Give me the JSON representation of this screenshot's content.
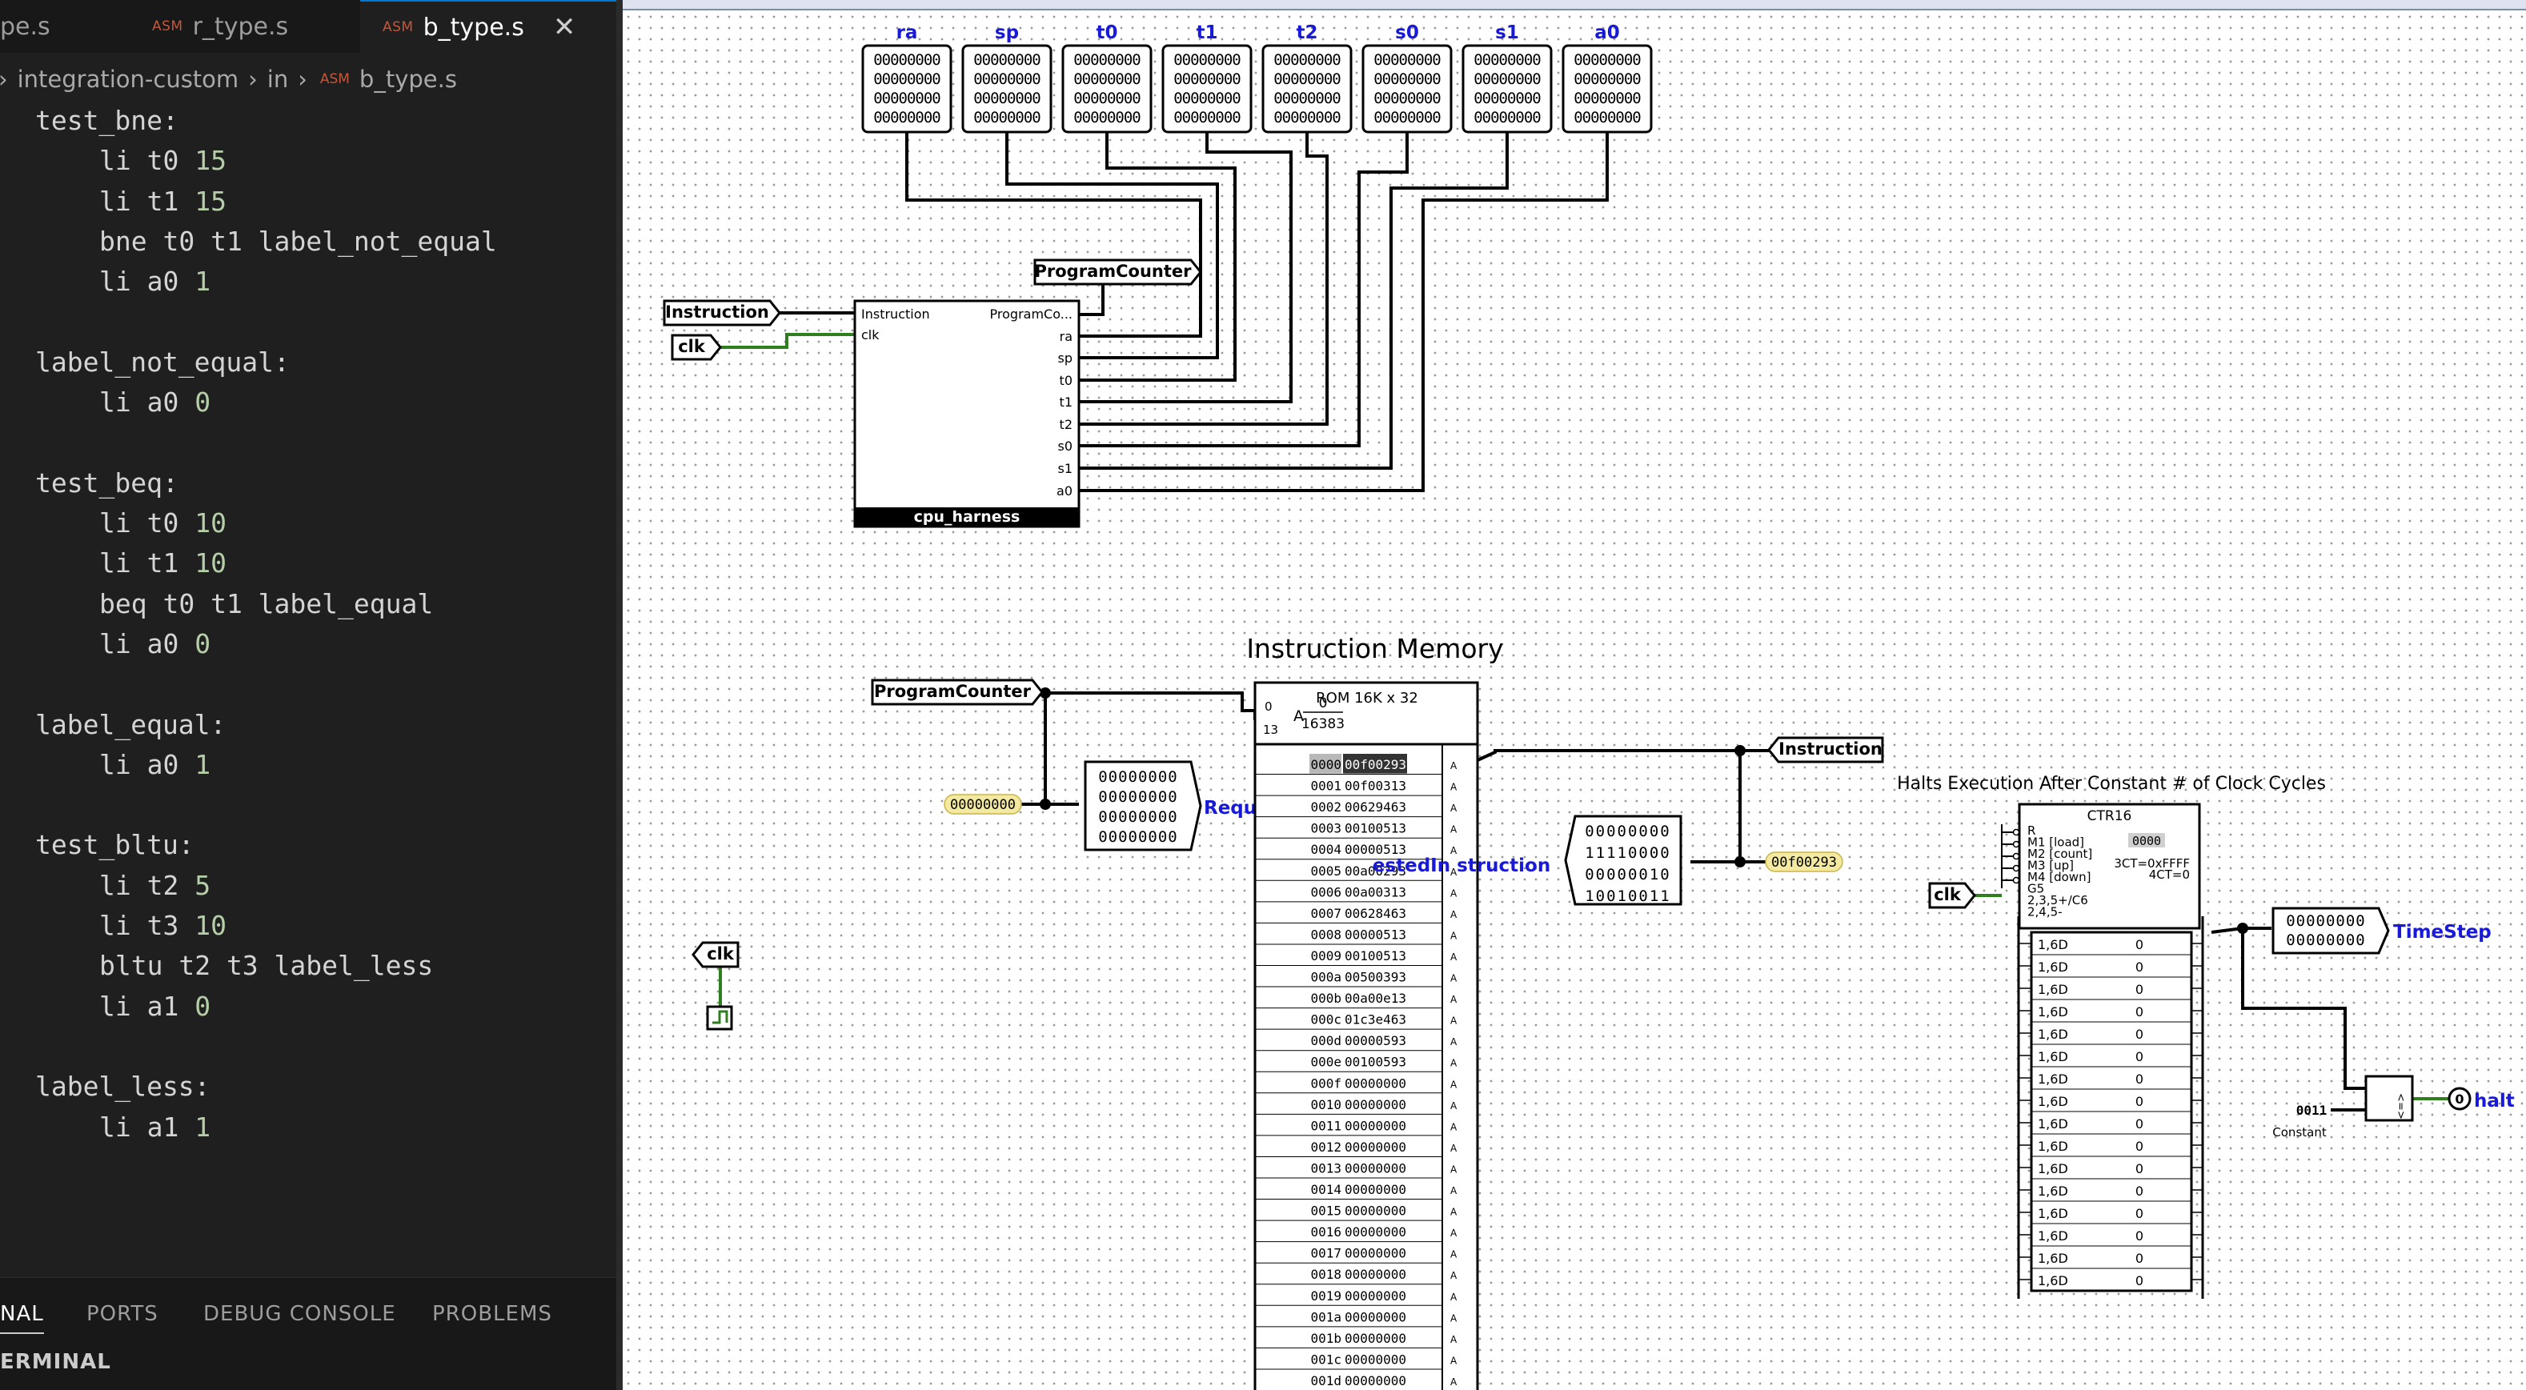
{
  "editor": {
    "tabs": [
      {
        "label": "pe.s",
        "asm": false,
        "active": false
      },
      {
        "label": "r_type.s",
        "asm": true,
        "active": false
      },
      {
        "label": "b_type.s",
        "asm": true,
        "active": true
      }
    ],
    "asm_badge": "ASM",
    "close_glyph": "✕",
    "breadcrumb": {
      "folder1": "integration-custom",
      "folder2": "in",
      "file": "b_type.s",
      "sep": "›"
    },
    "code": [
      {
        "label": "test_bne:"
      },
      {
        "op": "li",
        "args": "t0",
        "num": "15"
      },
      {
        "op": "li",
        "args": "t1",
        "num": "15"
      },
      {
        "op": "bne",
        "args": "t0 t1 label_not_equal"
      },
      {
        "op": "li",
        "args": "a0",
        "num": "1"
      },
      {
        "blank": true
      },
      {
        "label": "label_not_equal:"
      },
      {
        "op": "li",
        "args": "a0",
        "num": "0"
      },
      {
        "blank": true
      },
      {
        "label": "test_beq:"
      },
      {
        "op": "li",
        "args": "t0",
        "num": "10"
      },
      {
        "op": "li",
        "args": "t1",
        "num": "10"
      },
      {
        "op": "beq",
        "args": "t0 t1 label_equal"
      },
      {
        "op": "li",
        "args": "a0",
        "num": "0"
      },
      {
        "blank": true
      },
      {
        "label": "label_equal:"
      },
      {
        "op": "li",
        "args": "a0",
        "num": "1"
      },
      {
        "blank": true
      },
      {
        "label": "test_bltu:"
      },
      {
        "op": "li",
        "args": "t2",
        "num": "5"
      },
      {
        "op": "li",
        "args": "t3",
        "num": "10"
      },
      {
        "op": "bltu",
        "args": "t2 t3 label_less"
      },
      {
        "op": "li",
        "args": "a1",
        "num": "0"
      },
      {
        "blank": true
      },
      {
        "label": "label_less:"
      },
      {
        "op": "li",
        "args": "a1",
        "num": "1"
      }
    ],
    "panel_tabs": [
      "NAL",
      "PORTS",
      "DEBUG CONSOLE",
      "PROBLEMS"
    ],
    "terminal_header": "ERMINAL"
  },
  "circuit": {
    "registers": [
      {
        "name": "ra",
        "rows": [
          "00000000",
          "00000000",
          "00000000",
          "00000000"
        ]
      },
      {
        "name": "sp",
        "rows": [
          "00000000",
          "00000000",
          "00000000",
          "00000000"
        ]
      },
      {
        "name": "t0",
        "rows": [
          "00000000",
          "00000000",
          "00000000",
          "00000000"
        ]
      },
      {
        "name": "t1",
        "rows": [
          "00000000",
          "00000000",
          "00000000",
          "00000000"
        ]
      },
      {
        "name": "t2",
        "rows": [
          "00000000",
          "00000000",
          "00000000",
          "00000000"
        ]
      },
      {
        "name": "s0",
        "rows": [
          "00000000",
          "00000000",
          "00000000",
          "00000000"
        ]
      },
      {
        "name": "s1",
        "rows": [
          "00000000",
          "00000000",
          "00000000",
          "00000000"
        ]
      },
      {
        "name": "a0",
        "rows": [
          "00000000",
          "00000000",
          "00000000",
          "00000000"
        ]
      }
    ],
    "program_counter_tunnel": "ProgramCounter",
    "instruction_tunnel": "Instruction",
    "clk_tunnel": "clk",
    "harness": {
      "title": "cpu_harness",
      "in_ports": [
        "Instruction",
        "clk"
      ],
      "pc_port": "ProgramCo...",
      "out_ports": [
        "ra",
        "sp",
        "t0",
        "t1",
        "t2",
        "s0",
        "s1",
        "a0"
      ]
    },
    "instruction_memory": {
      "title": "Instruction Memory",
      "rom_title": "ROM 16K x 32",
      "addr_zero": "0",
      "addr_max": "16383",
      "addr_bits_a": "0",
      "addr_bits_b": "13",
      "a_label": "A",
      "rows": [
        {
          "addr": "0000",
          "val": "00f00293"
        },
        {
          "addr": "0001",
          "val": "00f00313"
        },
        {
          "addr": "0002",
          "val": "00629463"
        },
        {
          "addr": "0003",
          "val": "00100513"
        },
        {
          "addr": "0004",
          "val": "00000513"
        },
        {
          "addr": "0005",
          "val": "00a00293"
        },
        {
          "addr": "0006",
          "val": "00a00313"
        },
        {
          "addr": "0007",
          "val": "00628463"
        },
        {
          "addr": "0008",
          "val": "00000513"
        },
        {
          "addr": "0009",
          "val": "00100513"
        },
        {
          "addr": "000a",
          "val": "00500393"
        },
        {
          "addr": "000b",
          "val": "00a00e13"
        },
        {
          "addr": "000c",
          "val": "01c3e463"
        },
        {
          "addr": "000d",
          "val": "00000593"
        },
        {
          "addr": "000e",
          "val": "00100593"
        },
        {
          "addr": "000f",
          "val": "00000000"
        },
        {
          "addr": "0010",
          "val": "00000000"
        },
        {
          "addr": "0011",
          "val": "00000000"
        },
        {
          "addr": "0012",
          "val": "00000000"
        },
        {
          "addr": "0013",
          "val": "00000000"
        },
        {
          "addr": "0014",
          "val": "00000000"
        },
        {
          "addr": "0015",
          "val": "00000000"
        },
        {
          "addr": "0016",
          "val": "00000000"
        },
        {
          "addr": "0017",
          "val": "00000000"
        },
        {
          "addr": "0018",
          "val": "00000000"
        },
        {
          "addr": "0019",
          "val": "00000000"
        },
        {
          "addr": "001a",
          "val": "00000000"
        },
        {
          "addr": "001b",
          "val": "00000000"
        },
        {
          "addr": "001c",
          "val": "00000000"
        },
        {
          "addr": "001d",
          "val": "00000000"
        }
      ],
      "pc_probe_value": "00000000",
      "pc_display_rows": [
        "00000000",
        "00000000",
        "00000000",
        "00000000"
      ],
      "requested_address_label": "RequestedA",
      "requested_instruction_label": "estedIn  struction",
      "instr_display_rows": [
        "00000000",
        "11110000",
        "00000010",
        "10010011"
      ],
      "instr_probe_value": "00f00293"
    },
    "halt_unit": {
      "title": "Halts Execution After Constant # of Clock Cycles",
      "counter_title": "CTR16",
      "counter_lines": [
        "R",
        "M1 [load]",
        "M2 [count]",
        "M3 [up]",
        "M4 [down]",
        "G5",
        "2,3,5+/C6",
        "2,4,5-"
      ],
      "counter_value": "0000",
      "ct_max": "3CT=0xFFFF",
      "ct_zero": "4CT=0",
      "bit_label": "1,6D",
      "bit_value": "0",
      "bit_count": 16,
      "timestep_rows": [
        "00000000",
        "00000000"
      ],
      "timestep_label": "TimeStep",
      "constant_value": "0011",
      "constant_label": "Constant",
      "comparator_ops": [
        "<",
        "=",
        ">"
      ],
      "halt_value": "0",
      "halt_label": "halt"
    },
    "clock_label": "clk"
  },
  "colors": {
    "editor_bg": "#1f1f1f",
    "tab_bar_bg": "#181818",
    "number": "#b5cea8",
    "asm_badge": "#c5573a",
    "wire_active": "#2f7f1f",
    "label_blue": "#1919d8",
    "probe_bg": "#f3e9a0"
  }
}
